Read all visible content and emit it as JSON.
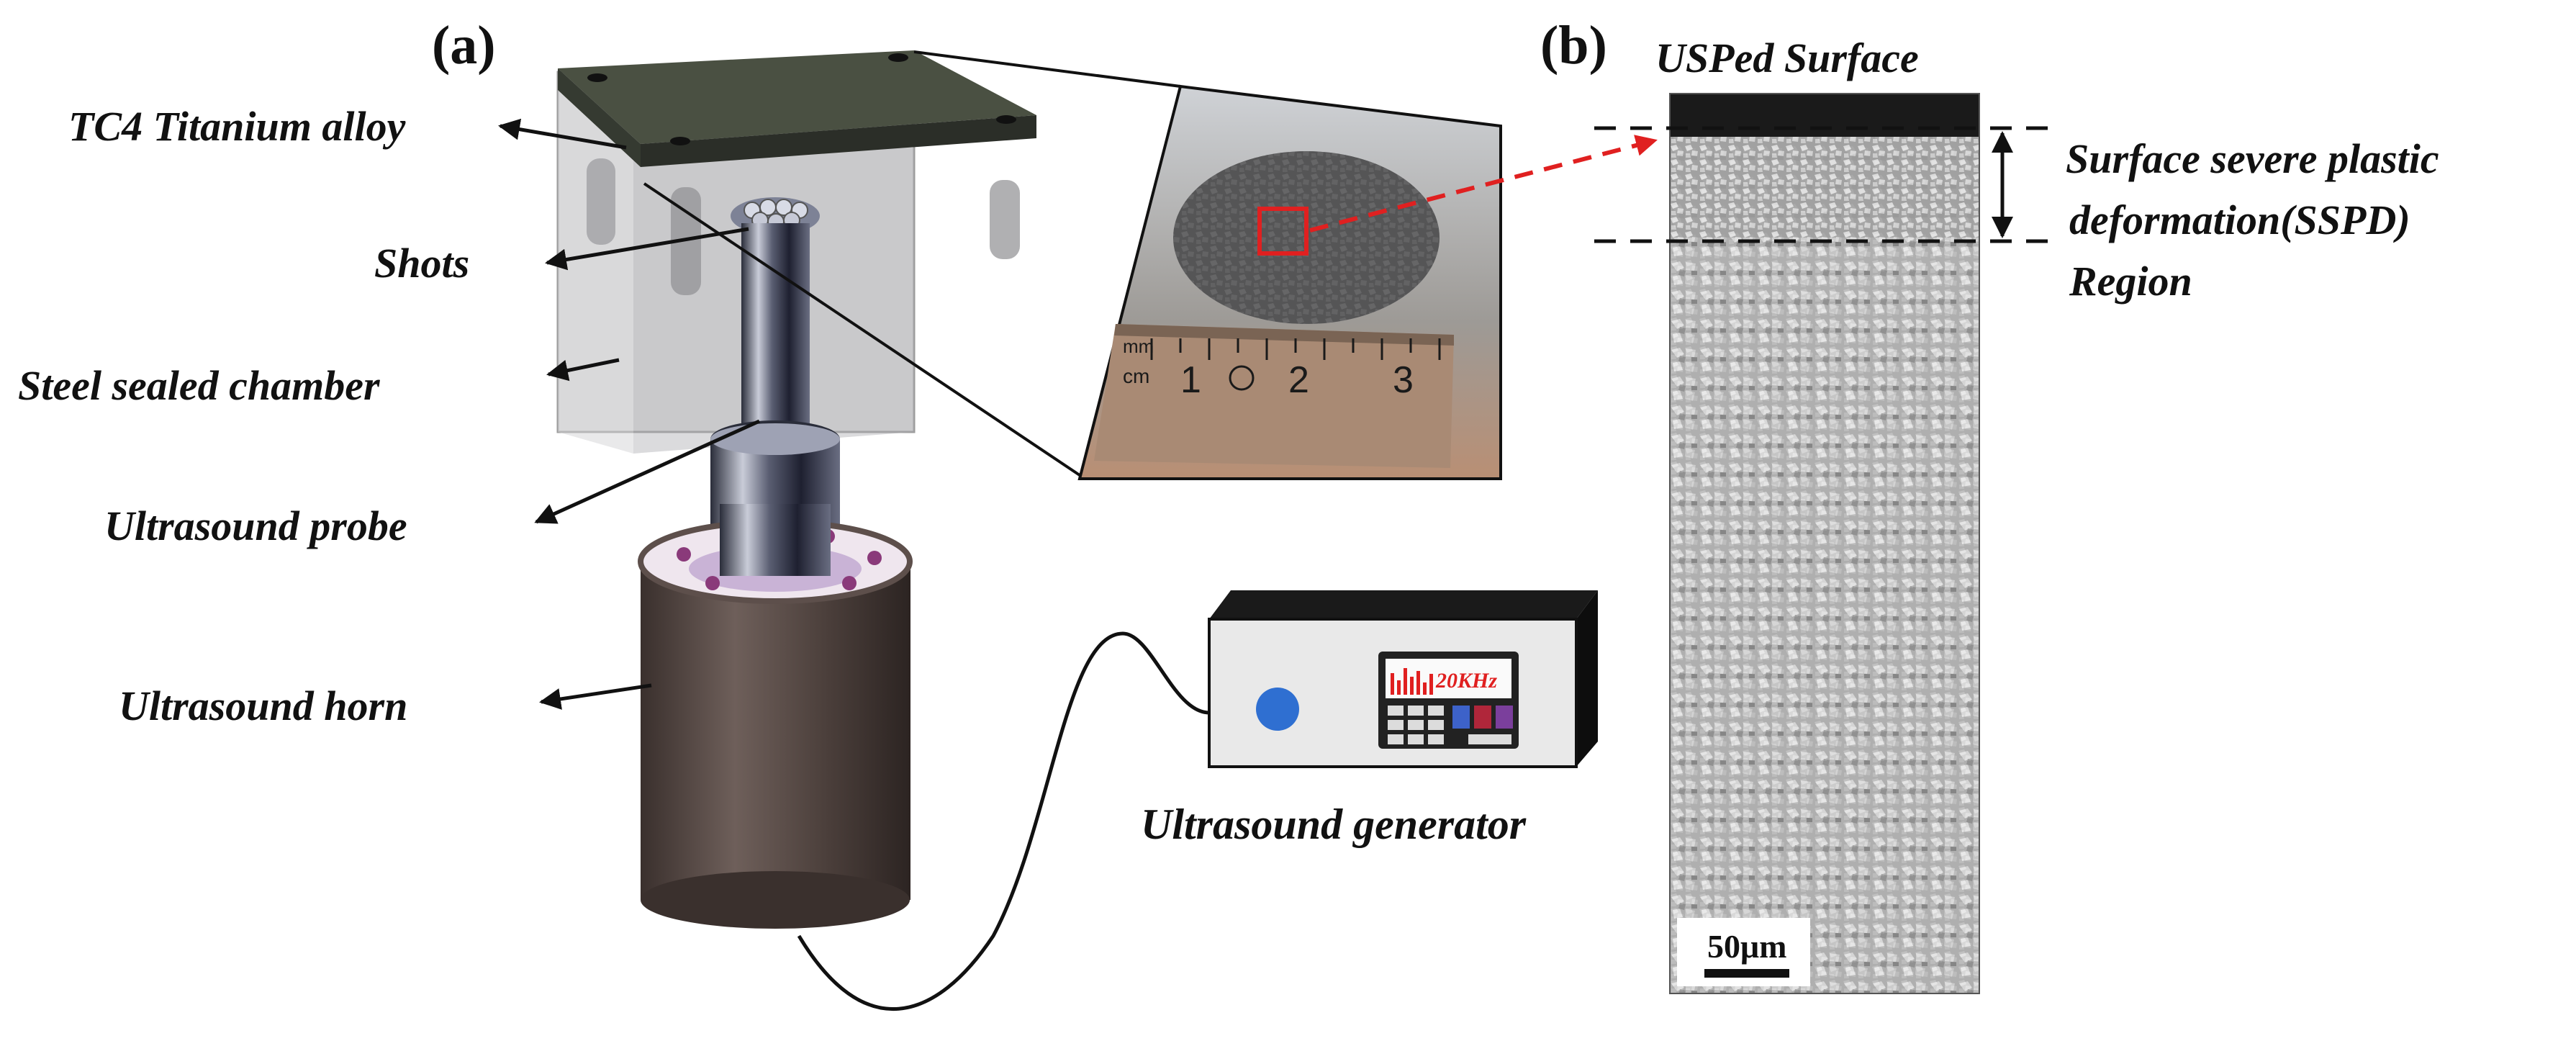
{
  "panel_a": {
    "letter": "(a)",
    "labels": {
      "tc4": "TC4 Titanium alloy",
      "shots": "Shots",
      "chamber": "Steel sealed chamber",
      "probe": "Ultrasound probe",
      "horn": "Ultrasound horn",
      "generator": "Ultrasound generator"
    },
    "generator_display": "20KHz",
    "ruler": {
      "unit_mm": "mm",
      "unit_cm": "cm",
      "marks": [
        "1",
        "2",
        "3"
      ]
    }
  },
  "panel_b": {
    "letter": "(b)",
    "surface_label": "USPed Surface",
    "region_label": [
      "Surface severe plastic",
      "deformation(SSPD)",
      "Region"
    ],
    "scale_bar": "50μm"
  },
  "colors": {
    "plate": "#3d4238",
    "chamber": "#b9b9bb",
    "horn": "#5d4f4b",
    "highlight": "#e02020",
    "accent": "#2f6fd1"
  }
}
